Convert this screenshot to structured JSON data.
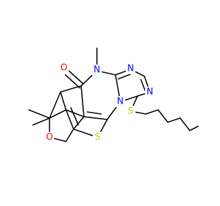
{
  "molecule": {
    "atoms": [
      {
        "id": "O_carbonyl",
        "symbol": "O",
        "color": "#ff0000"
      },
      {
        "id": "N_methyl",
        "symbol": "N",
        "color": "#0000ff"
      },
      {
        "id": "N_triazole_1",
        "symbol": "N",
        "color": "#0000ff"
      },
      {
        "id": "N_triazole_2",
        "symbol": "N",
        "color": "#0000ff"
      },
      {
        "id": "N_fused",
        "symbol": "N",
        "color": "#0000ff"
      },
      {
        "id": "S_thiophene",
        "symbol": "S",
        "color": "#cccc00"
      },
      {
        "id": "S_thioether",
        "symbol": "S",
        "color": "#cccc00"
      },
      {
        "id": "O_pyran",
        "symbol": "O",
        "color": "#ff0000"
      }
    ]
  }
}
